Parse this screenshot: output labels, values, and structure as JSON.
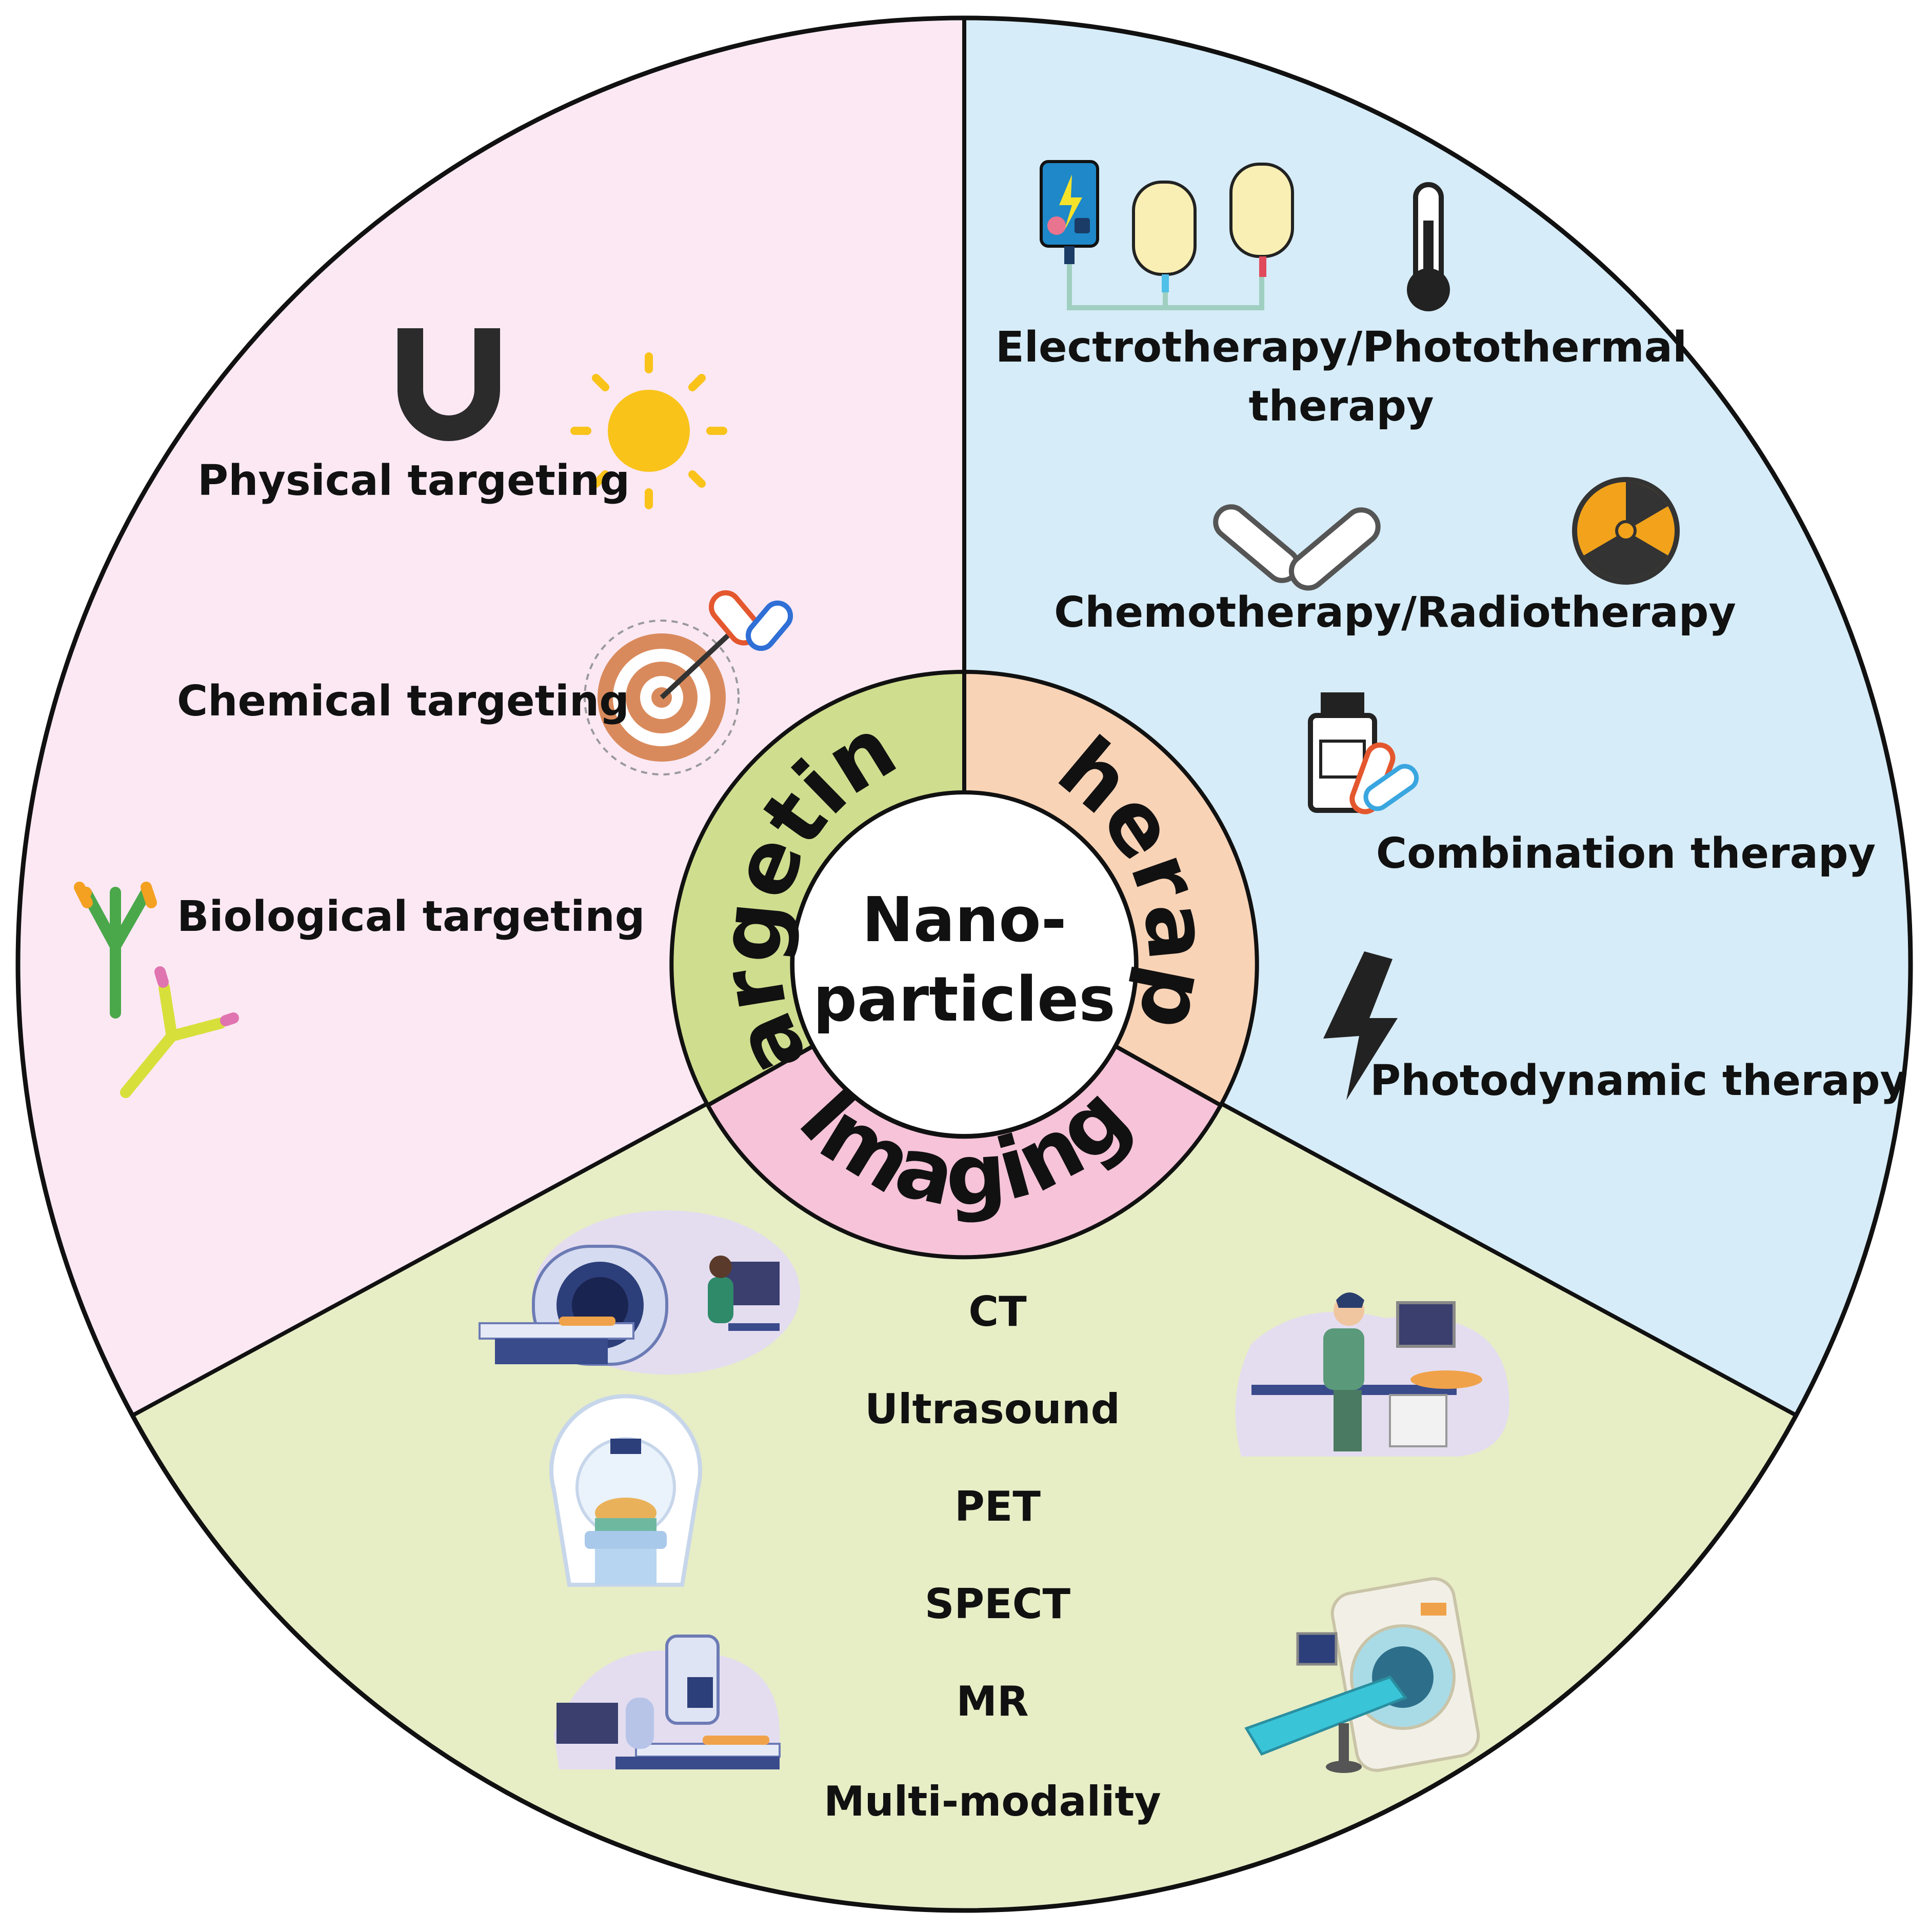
{
  "center": {
    "line1": "Nano-",
    "line2": "particles"
  },
  "ring": {
    "targeting": "Targeting",
    "therapy": "Therapy",
    "imaging": "Imaging"
  },
  "targeting": {
    "physical": "Physical targeting",
    "chemical": "Chemical targeting",
    "biological": "Biological targeting"
  },
  "therapy": {
    "electro_line1": "Electrotherapy/Photothermal",
    "electro_line2": "therapy",
    "chemo": "Chemotherapy/Radiotherapy",
    "combination": "Combination therapy",
    "photodynamic": "Photodynamic therapy"
  },
  "imaging": {
    "items": [
      "CT",
      "Ultrasound",
      "PET",
      "SPECT",
      "MR",
      "Multi-modality"
    ]
  },
  "colors": {
    "targeting_sector": "#fbe8f3",
    "therapy_sector": "#d6ecf8",
    "imaging_sector": "#e7edc5",
    "targeting_ring": "#cfdd8e",
    "therapy_ring": "#f9d3b6",
    "imaging_ring": "#f6c3d8"
  },
  "icons": [
    "magnet-icon",
    "sun-icon",
    "target-icon",
    "capsule-icon",
    "antibody-icon",
    "electrode-icon",
    "thermometer-icon",
    "pills-icon",
    "radiation-icon",
    "bottle-icon",
    "lightning-icon",
    "ct-scanner-icon",
    "ultrasound-icon",
    "pet-scanner-icon",
    "spect-icon",
    "mri-icon"
  ]
}
